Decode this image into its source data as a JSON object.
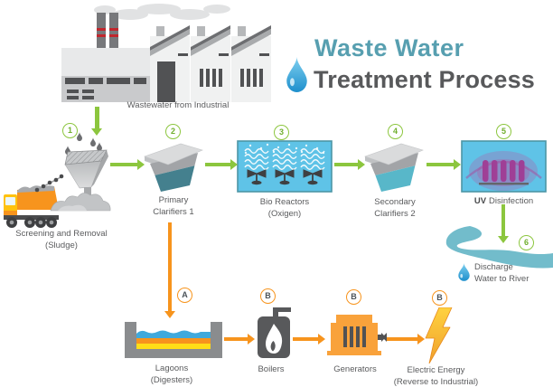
{
  "title": {
    "line1": "Waste Water",
    "line2": "Treatment Process"
  },
  "source_label": "Wastewater from Industrial",
  "steps": [
    {
      "num": "1",
      "line1": "Screening and Removal",
      "line2": "(Sludge)"
    },
    {
      "num": "2",
      "line1": "Primary",
      "line2": "Clarifiers 1"
    },
    {
      "num": "3",
      "line1": "Bio Reactors",
      "line2": "(Oxigen)"
    },
    {
      "num": "4",
      "line1": "Secondary",
      "line2": "Clarifiers 2"
    },
    {
      "num": "5",
      "bold": "UV",
      "line1": "Disinfection"
    },
    {
      "num": "6",
      "line1": "Discharge",
      "line2": "Water to River"
    }
  ],
  "byproducts": [
    {
      "num": "A",
      "line1": "Lagoons",
      "line2": "(Digesters)"
    },
    {
      "num": "B",
      "line1": "Boilers"
    },
    {
      "num": "B",
      "line1": "Generators"
    },
    {
      "num": "B",
      "line1": "Electric Energy",
      "line2": "(Reverse to Industrial)"
    }
  ],
  "colors": {
    "process_accent_green": "#8CC63E",
    "byproduct_accent_orange": "#F7941D",
    "title_teal": "#579FB0",
    "text_dark": "#58595B",
    "water_light_blue": "#5FC3E7",
    "clarifier_teal": "#44808E",
    "uv_purple": "#9F3F96",
    "river_teal": "#72BCCB"
  }
}
